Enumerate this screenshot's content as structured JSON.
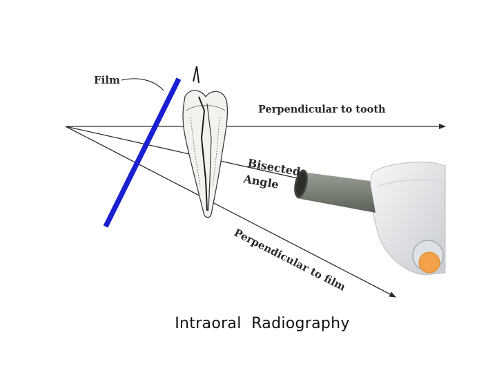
{
  "labels": {
    "film": "Film",
    "perpendicular_tooth": "Perpendicular to tooth",
    "bisected": "Bisected",
    "angle": "Angle",
    "perpendicular_film": "Perpendicular to film"
  },
  "caption": "Intraoral  Radiography",
  "colors": {
    "film": "#1a1fd0",
    "line": "#2b2b2b",
    "xray_tube": "#7a7f78",
    "xray_head": "#e9ebee",
    "dial": "#f3a24a"
  },
  "icons": [
    "tooth-illustration",
    "xray-tube-icon",
    "film-bar"
  ]
}
